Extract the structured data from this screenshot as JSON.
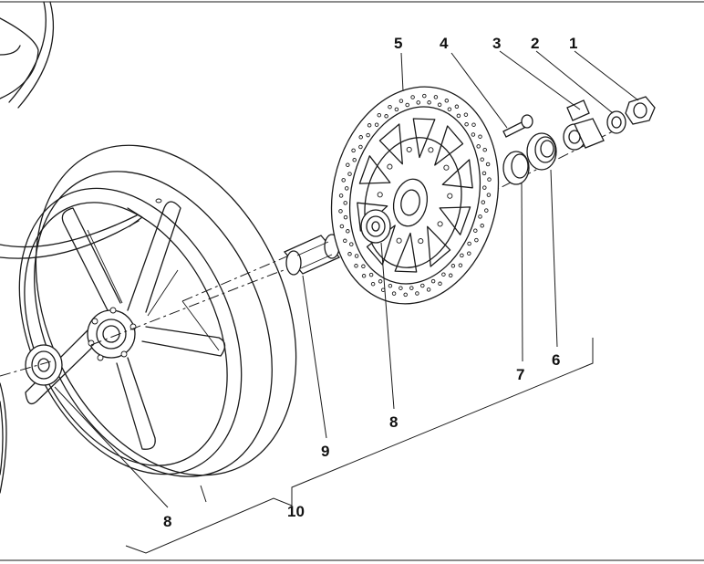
{
  "callouts": {
    "c1": "1",
    "c2": "2",
    "c3": "3",
    "c4": "4",
    "c5": "5",
    "c6": "6",
    "c7": "7",
    "c8_bearing_right": "8",
    "c8_bearing_left": "8",
    "c9": "9",
    "c10": "10"
  }
}
